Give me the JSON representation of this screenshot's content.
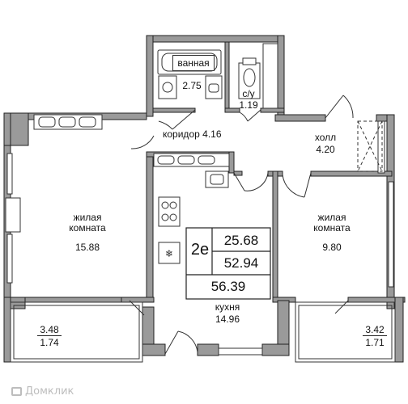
{
  "plan": {
    "summary": {
      "rooms": "2е",
      "living_area": "25.68",
      "total_area": "52.94",
      "full_area": "56.39"
    },
    "rooms": [
      {
        "name": "ванная",
        "area": "2.75"
      },
      {
        "name": "с/у",
        "area": "1.19"
      },
      {
        "name": "коридор",
        "area": "4.16"
      },
      {
        "name": "холл",
        "area": "4.20"
      },
      {
        "name": "жилая комната",
        "area": "15.88"
      },
      {
        "name": "жилая комната",
        "area": "9.80"
      },
      {
        "name": "кухня",
        "area": "14.96"
      }
    ],
    "balconies": [
      {
        "area": "3.48",
        "area_reduced": "1.74"
      },
      {
        "area": "3.42",
        "area_reduced": "1.71"
      }
    ],
    "watermark": "Домклик"
  },
  "colors": {
    "wall": "#9a9a9a",
    "wall_outline": "#222222",
    "line": "#333333"
  }
}
